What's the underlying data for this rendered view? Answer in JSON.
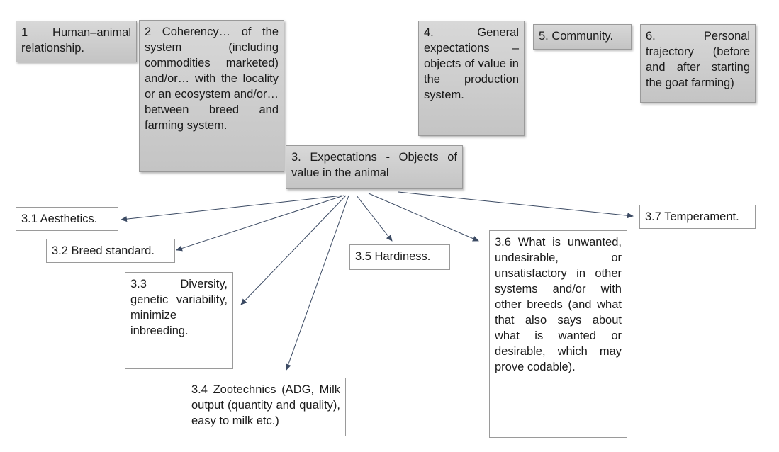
{
  "colors": {
    "grey_box": "#c9c9c9",
    "white_box": "#ffffff",
    "border": "#9a9a9a",
    "arrow": "#3b4a63"
  },
  "top_nodes": [
    {
      "label": "1 Human–animal relationship."
    },
    {
      "label": "2 Coherency… of the system (including commodities marketed) and/or… with the locality or an ecosystem and/or… between breed and farming system."
    },
    {
      "label": "3. Expectations - Objects of value in the animal"
    },
    {
      "label": "4. General expectations – objects of value in the production system."
    },
    {
      "label": "5. Community."
    },
    {
      "label": "6. Personal trajectory (before and after starting the goat farming)"
    }
  ],
  "sub_nodes": [
    {
      "label": "3.1 Aesthetics."
    },
    {
      "label": "3.2 Breed standard."
    },
    {
      "label": "3.3 Diversity, genetic variability, minimize inbreeding."
    },
    {
      "label": "3.4 Zootechnics (ADG, Milk output (quantity and quality), easy to milk etc.)"
    },
    {
      "label": "3.5 Hardiness."
    },
    {
      "label": "3.6 What is unwanted, undesirable, or unsatisfactory in other systems and/or with other breeds (and what that also says about what is wanted or desirable, which may prove codable)."
    },
    {
      "label": "3.7 Temperament."
    }
  ]
}
